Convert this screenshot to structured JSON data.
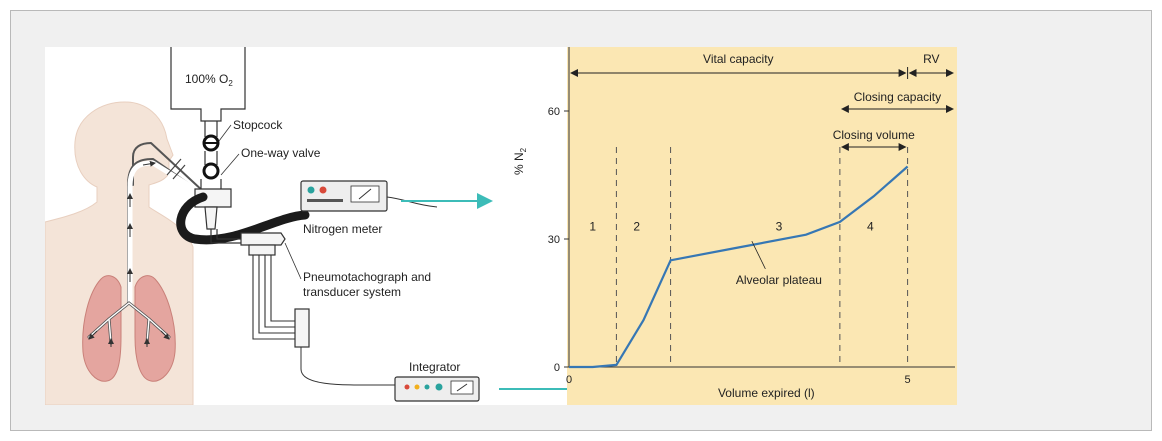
{
  "apparatus": {
    "oxygen_reservoir": "100% O",
    "oxygen_subscript": "2",
    "stopcock": "Stopcock",
    "one_way_valve": "One-way valve",
    "nitrogen_meter": "Nitrogen meter",
    "pneumotachograph_line1": "Pneumotachograph and",
    "pneumotachograph_line2": "transducer system",
    "integrator": "Integrator"
  },
  "colors": {
    "graph_bg": "#fbe7b3",
    "curve": "#3677b4",
    "arrow": "#3cbcb8",
    "lungs": "#e4a59f",
    "body": "#f4e4d8"
  },
  "chart_data": {
    "type": "line",
    "xlabel": "Volume expired (l)",
    "ylabel_main": "% N",
    "ylabel_sub": "2",
    "x_ticks": [
      "0",
      "5"
    ],
    "y_ticks": [
      "0",
      "30",
      "60"
    ],
    "xlim": [
      0,
      5.7
    ],
    "ylim": [
      0,
      75
    ],
    "series": [
      {
        "x": [
          0,
          0.35,
          0.7,
          1.1,
          1.5,
          2.5,
          3.5,
          4.0,
          4.5,
          5.0
        ],
        "y": [
          0,
          0,
          0.5,
          11,
          25,
          28,
          31,
          34,
          40,
          47
        ]
      }
    ],
    "phase_lines": [
      0.7,
      1.5,
      4.0,
      5.0
    ],
    "phases": [
      {
        "label": "1",
        "x": 0.35
      },
      {
        "label": "2",
        "x": 1.0
      },
      {
        "label": "3",
        "x": 3.1
      },
      {
        "label": "4",
        "x": 4.45
      }
    ],
    "phase_label_y": 32,
    "annotations": {
      "vital_capacity": "Vital capacity",
      "rv": "RV",
      "closing_capacity": "Closing capacity",
      "closing_volume": "Closing volume",
      "alveolar_plateau": "Alveolar plateau"
    }
  }
}
